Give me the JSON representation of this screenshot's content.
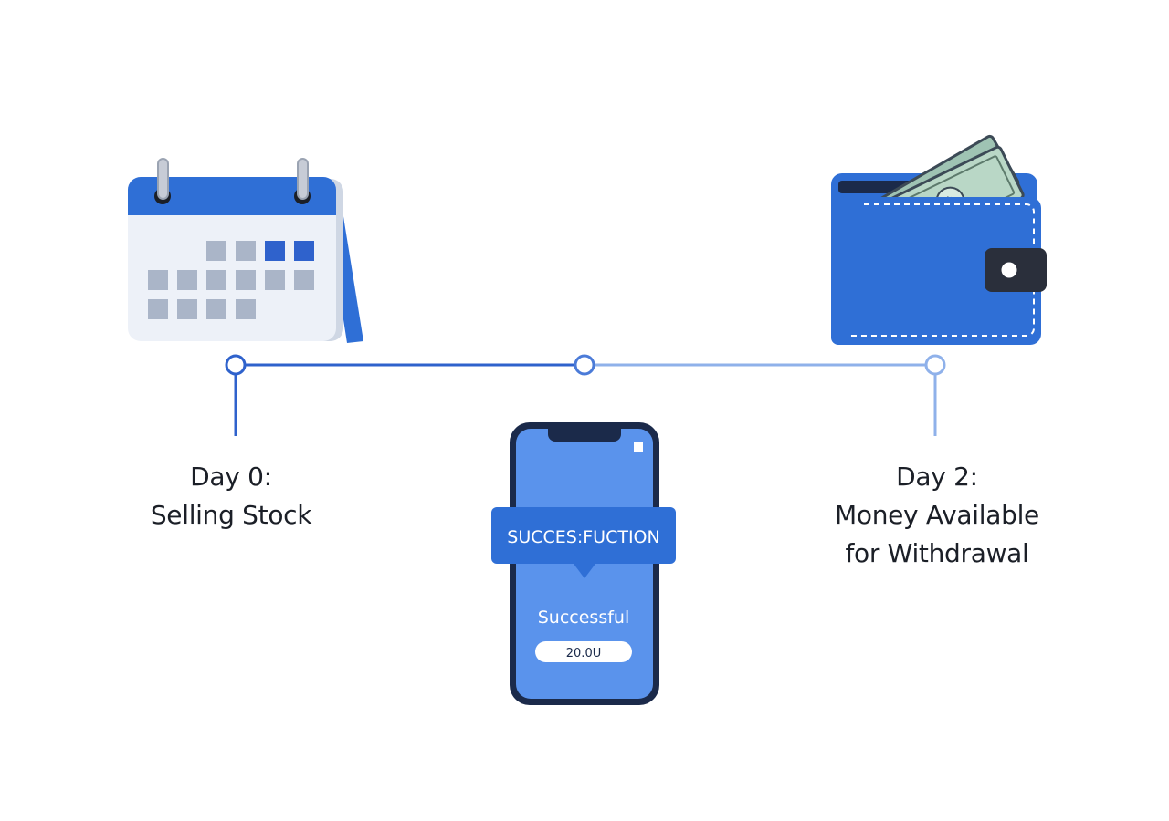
{
  "timeline": {
    "start": {
      "line1": "Day 0:",
      "line2": "Selling Stock"
    },
    "end": {
      "line1": "Day 2:",
      "line2": "Money Available",
      "line3": "for Withdrawal"
    }
  },
  "phone": {
    "banner_text": "SUCCES:FUCTION",
    "status_text": "Successful",
    "amount_text": "20.0U"
  },
  "colors": {
    "primary_blue": "#2f6fd6",
    "dark_blue": "#1f57c3",
    "light_blue_line": "#8fb1ea",
    "text_dark": "#1b1f27",
    "cash_green": "#b9d7c6"
  },
  "icons": [
    "calendar-icon",
    "phone-icon",
    "wallet-icon",
    "cash-icon"
  ]
}
